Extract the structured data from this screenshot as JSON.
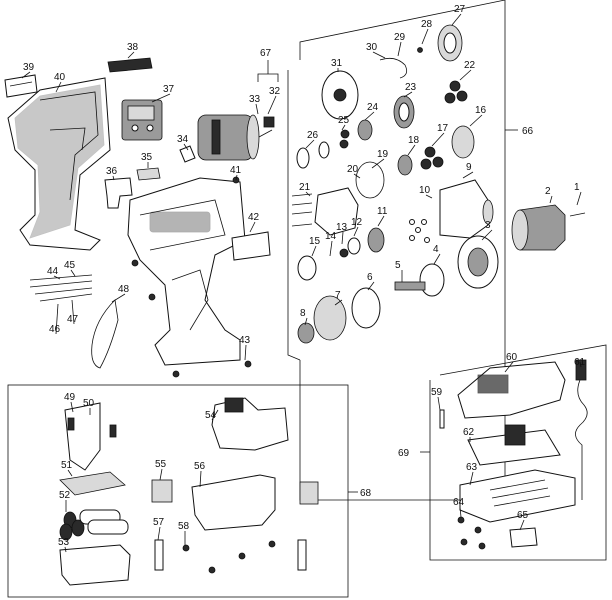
{
  "diagram": {
    "labels": [
      "1",
      "2",
      "3",
      "4",
      "5",
      "6",
      "7",
      "8",
      "9",
      "10",
      "11",
      "12",
      "13",
      "14",
      "15",
      "16",
      "17",
      "18",
      "19",
      "20",
      "21",
      "22",
      "23",
      "24",
      "25",
      "26",
      "27",
      "28",
      "29",
      "30",
      "31",
      "32",
      "33",
      "34",
      "35",
      "36",
      "37",
      "38",
      "39",
      "40",
      "41",
      "42",
      "43",
      "44",
      "45",
      "46",
      "47",
      "48",
      "49",
      "50",
      "51",
      "52",
      "53",
      "54",
      "55",
      "56",
      "57",
      "58",
      "59",
      "60",
      "61",
      "62",
      "63",
      "64",
      "65",
      "66",
      "67",
      "68",
      "69"
    ],
    "groups": {
      "gearbox": "66",
      "motor": "67",
      "battery": "68",
      "charger": "69"
    }
  }
}
